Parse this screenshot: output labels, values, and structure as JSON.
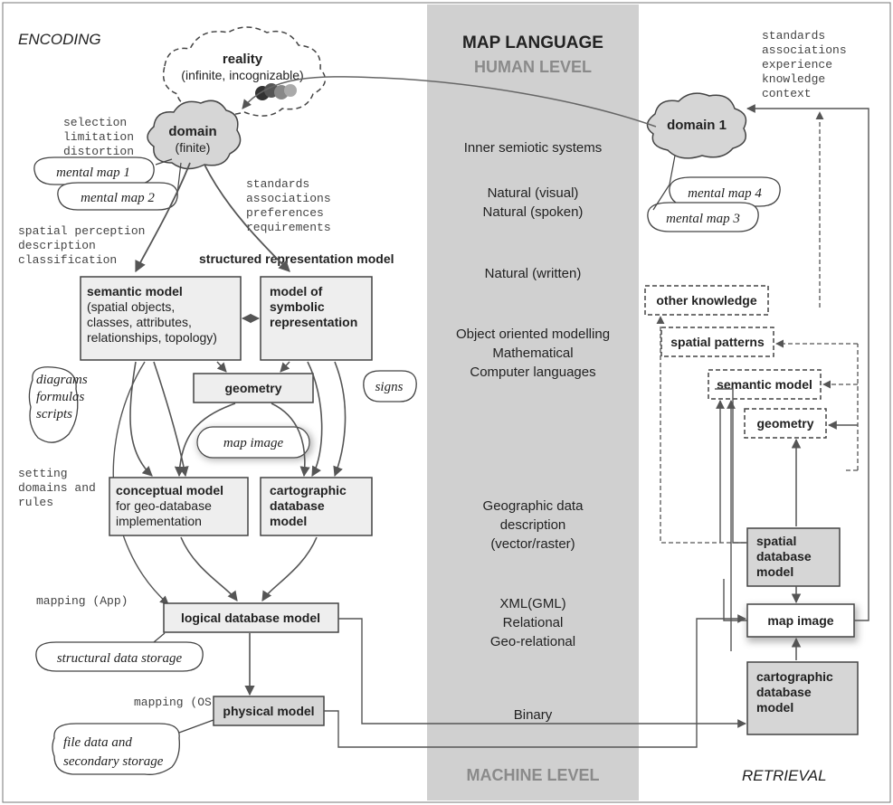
{
  "headings": {
    "encoding": "ENCODING",
    "retrieval": "RETRIEVAL",
    "map_language": "MAP LANGUAGE",
    "human_level": "HUMAN LEVEL",
    "machine_level": "MACHINE LEVEL"
  },
  "reality": {
    "title": "reality",
    "subtitle": "(infinite, incognizable)"
  },
  "domain_left": {
    "title": "domain",
    "subtitle": "(finite)"
  },
  "domain_right": {
    "title": "domain 1"
  },
  "notes": {
    "selection": [
      "selection",
      "limitation",
      "distortion"
    ],
    "standards_mid": [
      "standards",
      "associations",
      "preferences",
      "requirements"
    ],
    "perception": [
      "spatial perception",
      "description",
      "classification"
    ],
    "standards_right": [
      "standards",
      "associations",
      "experience",
      "knowledge",
      "context"
    ],
    "setting": [
      "setting",
      "domains and",
      "rules"
    ],
    "mapping_app": "mapping (App)",
    "mapping_os": "mapping (OS)",
    "structured": "structured representation model"
  },
  "mental_maps": {
    "m1": "mental map 1",
    "m2": "mental map 2",
    "m3": "mental map 3",
    "m4": "mental map 4"
  },
  "hand_notes": {
    "diagrams": [
      "diagrams",
      "formulas",
      "scripts"
    ],
    "signs": "signs",
    "map_image": "map image",
    "structural": "structural data storage",
    "file_data": [
      "file data and",
      "secondary storage"
    ]
  },
  "boxes": {
    "semantic": [
      "semantic model",
      "(spatial objects,",
      "classes, attributes,",
      "relationships, topology)"
    ],
    "symbolic": [
      "model of",
      "symbolic",
      "representation"
    ],
    "geometry": "geometry",
    "conceptual": [
      "conceptual model",
      "for geo-database",
      "implementation"
    ],
    "cartographic": [
      "cartographic",
      "database",
      "model"
    ],
    "logical": "logical database model",
    "physical": "physical model"
  },
  "retrieval_boxes": {
    "other_knowledge": "other knowledge",
    "spatial_patterns": "spatial patterns",
    "semantic_model": "semantic model",
    "geometry": "geometry",
    "spatial_db": [
      "spatial",
      "database",
      "model"
    ],
    "map_image": "map image",
    "cartographic_db": [
      "cartographic",
      "database",
      "model"
    ]
  },
  "language_levels": {
    "inner": "Inner semiotic systems",
    "natural_visual": [
      "Natural (visual)",
      "Natural (spoken)"
    ],
    "natural_written": "Natural (written)",
    "object": [
      "Object oriented modelling",
      "Mathematical",
      "Computer languages"
    ],
    "geographic": [
      "Geographic data",
      "description",
      "(vector/raster)"
    ],
    "xml": [
      "XML(GML)",
      "Relational",
      "Geo-relational"
    ],
    "binary": "Binary"
  },
  "colors": {
    "band": "#d0d0d0",
    "box_fill": "#eeeeee",
    "stroke": "#555555",
    "text": "#222222",
    "muted_text": "#8a8a8a"
  }
}
